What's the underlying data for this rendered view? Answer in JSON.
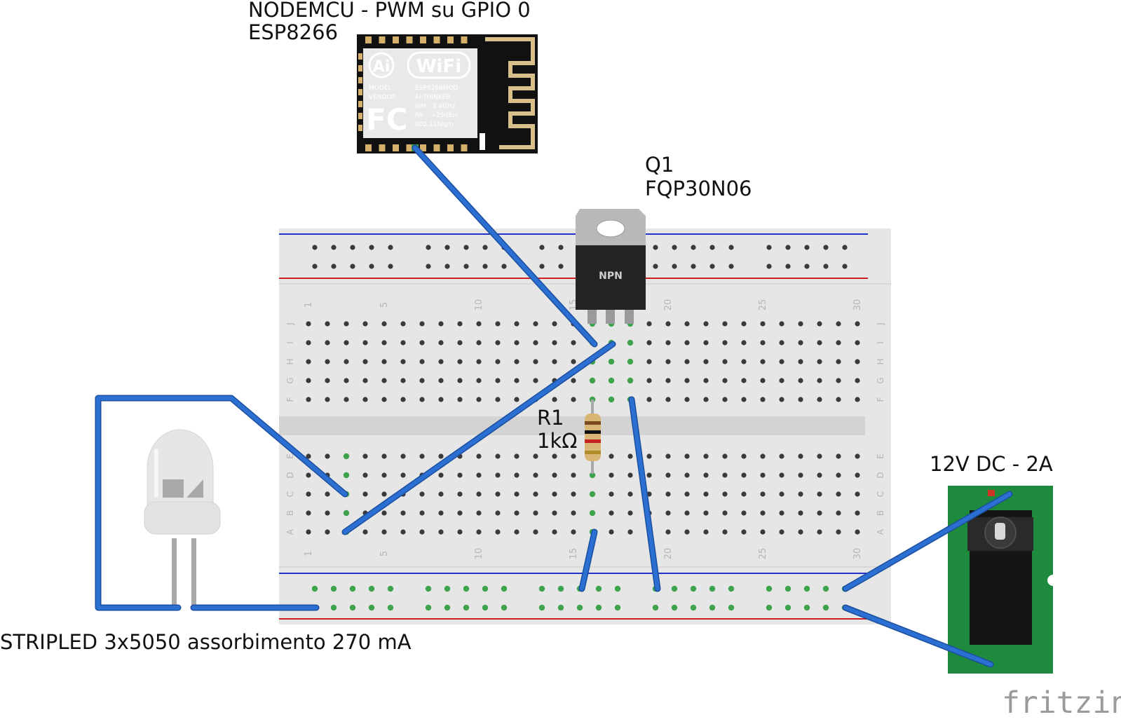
{
  "labels": {
    "mcu_title": "NODEMCU - PWM su GPIO 0",
    "mcu_model": "ESP8266",
    "q1_ref": "Q1",
    "q1_part": "FQP30N06",
    "r1_ref": "R1",
    "r1_value": "1kΩ",
    "power_label": "12V DC - 2A",
    "led_label": "STRIPLED 3x5050 assorbimento 270 mA",
    "brand": "fritzing"
  },
  "esp_module": {
    "ai_logo": "Ai",
    "wifi_logo": "WiFi",
    "fc_mark": "FC",
    "left_lines": [
      "MODEL",
      "VENDOR"
    ],
    "right_lines": [
      "ESP8266MOD",
      "AI-THINKER",
      "ISM   2.4GHz",
      "PA    +25dBm",
      "802.11b/g/n"
    ]
  },
  "transistor_marking": "NPN",
  "breadboard": {
    "column_numbers": [
      "1",
      "5",
      "10",
      "15",
      "20",
      "25",
      "30"
    ],
    "rows_top": [
      "J",
      "I",
      "H",
      "G",
      "F"
    ],
    "rows_bottom": [
      "E",
      "D",
      "C",
      "B",
      "A"
    ]
  },
  "colors": {
    "wire": "#2a6fd1",
    "wire_dark": "#1c4f9e",
    "board": "#e6e6e6",
    "hole": "#3a3a3a",
    "hole_connected": "#3fa34d",
    "rail_blue": "#2233cc",
    "rail_red": "#cc2222",
    "pcb_green": "#1e8a3e"
  }
}
